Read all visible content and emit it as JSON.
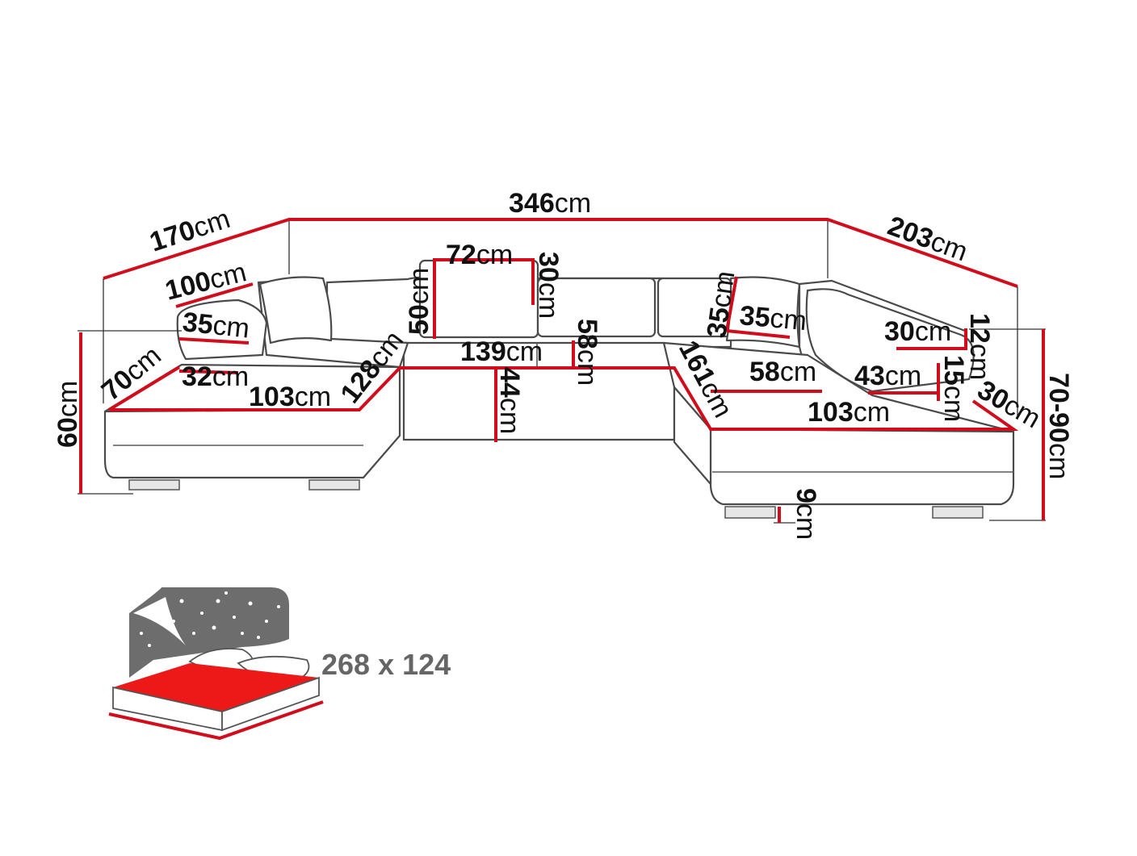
{
  "colors": {
    "accent": "#d10d1c",
    "outline": "#4a4a4a",
    "bed_bg": "#6d6d6d",
    "text": "#111111"
  },
  "dimensions": {
    "d346": {
      "num": "346",
      "unit": "cm"
    },
    "d170": {
      "num": "170",
      "unit": "cm"
    },
    "d203": {
      "num": "203",
      "unit": "cm"
    },
    "d100": {
      "num": "100",
      "unit": "cm"
    },
    "d72": {
      "num": "72",
      "unit": "cm"
    },
    "d30a": {
      "num": "30",
      "unit": "cm"
    },
    "d50": {
      "num": "50",
      "unit": "cm"
    },
    "d35a": {
      "num": "35",
      "unit": "cm"
    },
    "d35b": {
      "num": "35",
      "unit": "cm"
    },
    "d35c": {
      "num": "35",
      "unit": "cm"
    },
    "d30b": {
      "num": "30",
      "unit": "cm"
    },
    "d12": {
      "num": "12",
      "unit": "cm"
    },
    "d139": {
      "num": "139",
      "unit": "cm"
    },
    "d58a": {
      "num": "58",
      "unit": "cm"
    },
    "d161": {
      "num": "161",
      "unit": "cm"
    },
    "d58b": {
      "num": "58",
      "unit": "cm"
    },
    "d70": {
      "num": "70",
      "unit": "cm"
    },
    "d32": {
      "num": "32",
      "unit": "cm"
    },
    "d128": {
      "num": "128",
      "unit": "cm"
    },
    "d103a": {
      "num": "103",
      "unit": "cm"
    },
    "d44": {
      "num": "44",
      "unit": "cm"
    },
    "d43": {
      "num": "43",
      "unit": "cm"
    },
    "d15": {
      "num": "15",
      "unit": "cm"
    },
    "d30c": {
      "num": "30",
      "unit": "cm"
    },
    "d103b": {
      "num": "103",
      "unit": "cm"
    },
    "d60": {
      "num": "60",
      "unit": "cm"
    },
    "d7090": {
      "num": "70-90",
      "unit": "cm"
    },
    "d9": {
      "num": "9",
      "unit": "cm"
    }
  },
  "bed": {
    "size_label": "268 x 124"
  }
}
